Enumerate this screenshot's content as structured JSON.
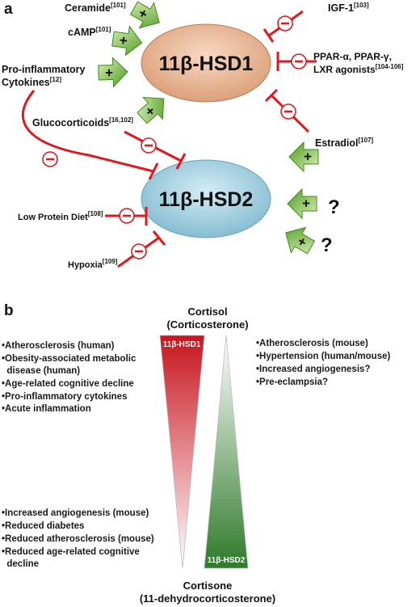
{
  "panel_a": {
    "label": "a",
    "hsd1": "11β-HSD1",
    "hsd2": "11β-HSD2",
    "regulators": {
      "ceramide": {
        "name": "Ceramide",
        "ref": "[101]"
      },
      "camp": {
        "name": "cAMP",
        "ref": "[101]"
      },
      "proinflammatory_1": "Pro-inflammatory",
      "proinflammatory_2": "Cytokines",
      "proinflammatory_ref": "[12]",
      "glucocorticoids": {
        "name": "Glucocorticoids",
        "ref": "[16,102]"
      },
      "igf1": {
        "name": "IGF-1",
        "ref": "[103]"
      },
      "ppar_1": "PPAR-α, PPAR-γ,",
      "ppar_2": "LXR agonists",
      "ppar_ref": "[104-106]",
      "estradiol": {
        "name": "Estradiol",
        "ref": "[107]"
      },
      "low_protein": {
        "name": "Low Protein Diet",
        "ref": "[108]"
      },
      "hypoxia": {
        "name": "Hypoxia",
        "ref": "[109]"
      }
    },
    "symbols": {
      "plus": "+",
      "minus": "−",
      "question": "?"
    }
  },
  "panel_b": {
    "label": "b",
    "cortisol_1": "Cortisol",
    "cortisol_2": "(Corticosterone)",
    "cortisone_1": "Cortisone",
    "cortisone_2": "(11-dehydrocorticosterone)",
    "tri_hsd1": "11β-HSD1",
    "tri_hsd2": "11β-HSD2",
    "left_top": [
      "•Atherosclerosis (human)",
      "•Obesity-associated metabolic",
      "  disease (human)",
      "•Age-related cognitive decline",
      "•Pro-inflammatory cytokines",
      "•Acute inflammation"
    ],
    "right_top": [
      "•Atherosclerosis (mouse)",
      "•Hypertension (human/mouse)",
      "•Increased angiogenesis?",
      "•Pre-eclampsia?"
    ],
    "left_bottom": [
      "•Increased angiogenesis (mouse)",
      "•Reduced diabetes",
      "•Reduced atherosclerosis (mouse)",
      "•Reduced age-related cognitive",
      "  decline"
    ]
  },
  "colors": {
    "inhibit": "#e0191e",
    "activate_dark": "#3f8a1a",
    "activate_light": "#b9e08e",
    "hsd1_fill": "#e9b894",
    "hsd2_fill": "#a9d3e2",
    "tri_red": "#c8141e",
    "tri_green": "#2e7a2a"
  }
}
